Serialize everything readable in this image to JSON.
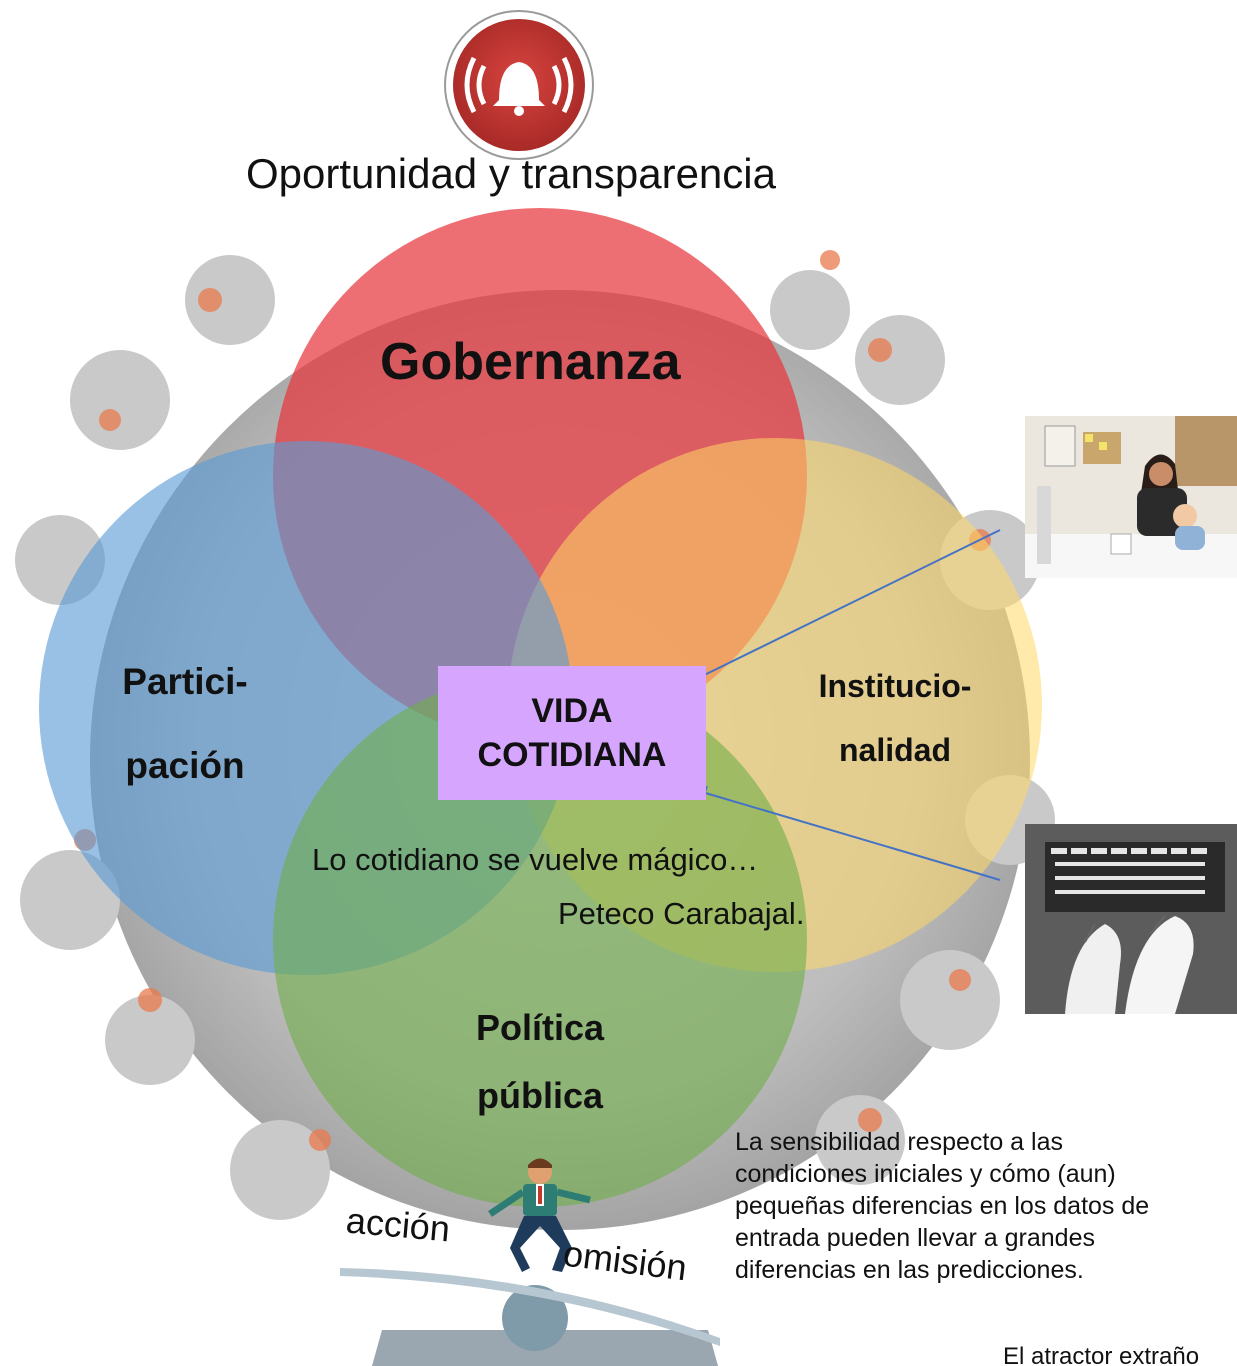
{
  "header": {
    "icon": "alarm-bell-icon",
    "title": "Oportunidad y transparencia"
  },
  "circles": {
    "gobernanza": {
      "label": "Gobernanza",
      "color": "#e8383d"
    },
    "participacion": {
      "line1": "Partici-",
      "line2": "pación",
      "color": "#5b9bd5"
    },
    "institucionalidad": {
      "line1": "Institucio-",
      "line2": "nalidad",
      "color": "#ffd966"
    },
    "politica": {
      "line1": "Política",
      "line2": "pública",
      "color": "#70ad47"
    }
  },
  "center_box": {
    "line1": "VIDA",
    "line2": "COTIDIANA",
    "color": "#d6a6ff"
  },
  "quote": {
    "text": "Lo cotidiano se vuelve mágico…",
    "author": "Peteco Carabajal."
  },
  "balance": {
    "left_label": "acción",
    "right_label": "omisión"
  },
  "side_photos": [
    {
      "name": "woman-working-with-baby-photo"
    },
    {
      "name": "hands-typing-keyboard-photo"
    }
  ],
  "note": {
    "lines": [
      "La sensibilidad respecto a las",
      "condiciones iniciales y cómo (aun)",
      "pequeñas diferencias en los datos de",
      "entrada pueden llevar a grandes",
      "diferencias en las predicciones."
    ]
  },
  "footer": {
    "text": "El atractor extraño"
  }
}
